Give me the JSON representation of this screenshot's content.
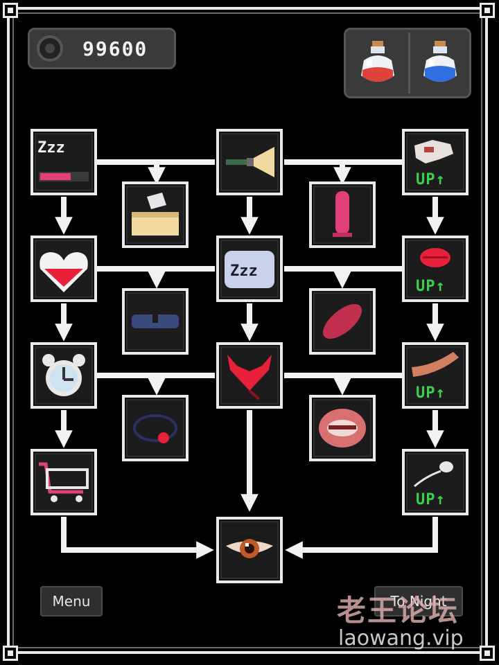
{
  "currency": {
    "icon": "coin-icon",
    "value": "99600"
  },
  "potions": [
    {
      "name": "red-potion-icon",
      "color": "#e0433a"
    },
    {
      "name": "blue-potion-icon",
      "color": "#2f6fe0"
    }
  ],
  "nodes": {
    "sleep_meter": {
      "icon": "zzz-icon",
      "text": "Zzz"
    },
    "flashlight": {
      "icon": "flashlight-icon"
    },
    "hand_up": {
      "icon": "hand-icon",
      "upgrade_label": "UP↑"
    },
    "tissue_box": {
      "icon": "tissue-box-icon"
    },
    "condom": {
      "icon": "condom-icon"
    },
    "heart_meter": {
      "icon": "heart-icon"
    },
    "pillow_sleep": {
      "icon": "pillow-zzz-icon",
      "text": "Zzz"
    },
    "lips_up": {
      "icon": "lips-icon",
      "upgrade_label": "UP↑"
    },
    "sleep_mask": {
      "icon": "sleep-mask-icon"
    },
    "leaf_toy": {
      "icon": "pink-toy-icon"
    },
    "alarm_clock": {
      "icon": "alarm-clock-icon"
    },
    "demon_heart": {
      "icon": "demon-heart-icon"
    },
    "tongue_up": {
      "icon": "tongue-icon",
      "upgrade_label": "UP↑"
    },
    "gag_ball": {
      "icon": "gag-ball-icon"
    },
    "open_mouth": {
      "icon": "open-mouth-icon"
    },
    "shop_cart": {
      "icon": "shopping-cart-icon"
    },
    "sperm_up": {
      "icon": "sperm-icon",
      "upgrade_label": "UP↑"
    },
    "eye_final": {
      "icon": "eye-icon"
    }
  },
  "buttons": {
    "menu": "Menu",
    "to_night": "To Night"
  },
  "watermark": {
    "chinese": "老王论坛",
    "url": "laowang.vip"
  },
  "colors": {
    "frame": "#eaeaea",
    "up_green": "#3ccf4e",
    "heart_red": "#e8203a",
    "pink": "#e0407a"
  }
}
